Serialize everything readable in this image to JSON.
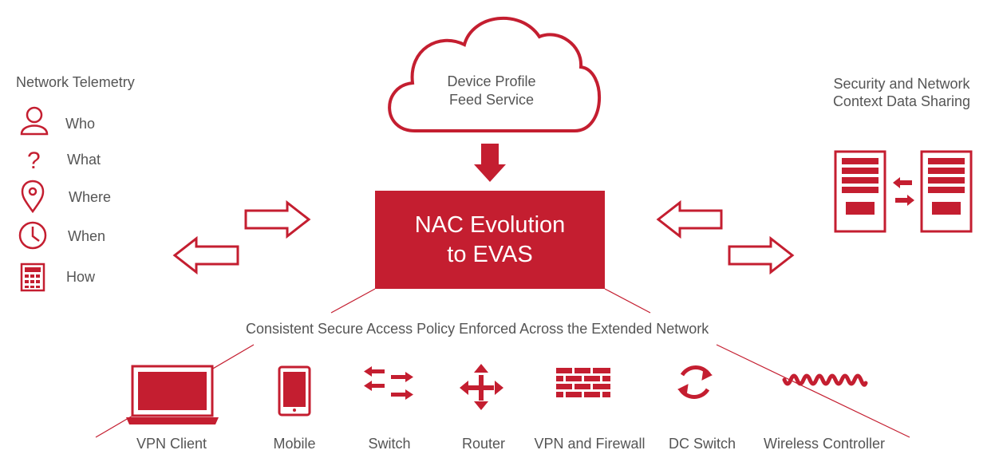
{
  "cloud": {
    "line1": "Device Profile",
    "line2": "Feed Service"
  },
  "center": {
    "line1": "NAC Evolution",
    "line2": "to EVAS"
  },
  "telemetry": {
    "title": "Network Telemetry",
    "items": [
      {
        "label": "Who",
        "icon": "person-icon"
      },
      {
        "label": "What",
        "icon": "question-icon"
      },
      {
        "label": "Where",
        "icon": "location-pin-icon"
      },
      {
        "label": "When",
        "icon": "clock-icon"
      },
      {
        "label": "How",
        "icon": "calculator-icon"
      }
    ]
  },
  "sharing": {
    "line1": "Security and Network",
    "line2": "Context Data Sharing"
  },
  "policy": "Consistent Secure Access Policy Enforced Across the Extended Network",
  "devices": [
    {
      "label": "VPN Client",
      "icon": "laptop-icon"
    },
    {
      "label": "Mobile",
      "icon": "mobile-icon"
    },
    {
      "label": "Switch",
      "icon": "switch-icon"
    },
    {
      "label": "Router",
      "icon": "router-icon"
    },
    {
      "label": "VPN and Firewall",
      "icon": "firewall-icon"
    },
    {
      "label": "DC Switch",
      "icon": "dc-switch-icon"
    },
    {
      "label": "Wireless Controller",
      "icon": "wireless-controller-icon"
    }
  ],
  "colors": {
    "accent": "#c41e30",
    "text": "#555555"
  }
}
